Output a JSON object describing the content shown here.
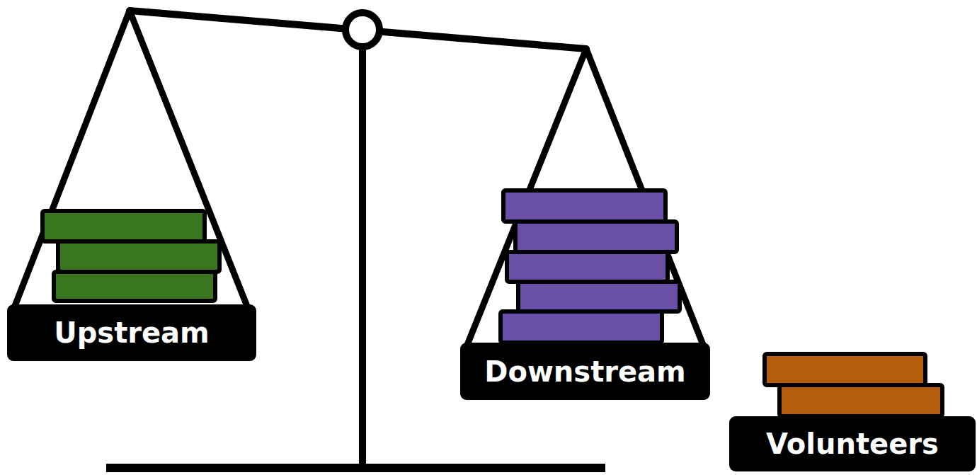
{
  "diagram": {
    "nodes": [
      {
        "text": [
          "Upstream"
        ]
      },
      {
        "text": [
          "Downstream"
        ]
      },
      {
        "text": [
          "Volunteers"
        ]
      }
    ]
  }
}
